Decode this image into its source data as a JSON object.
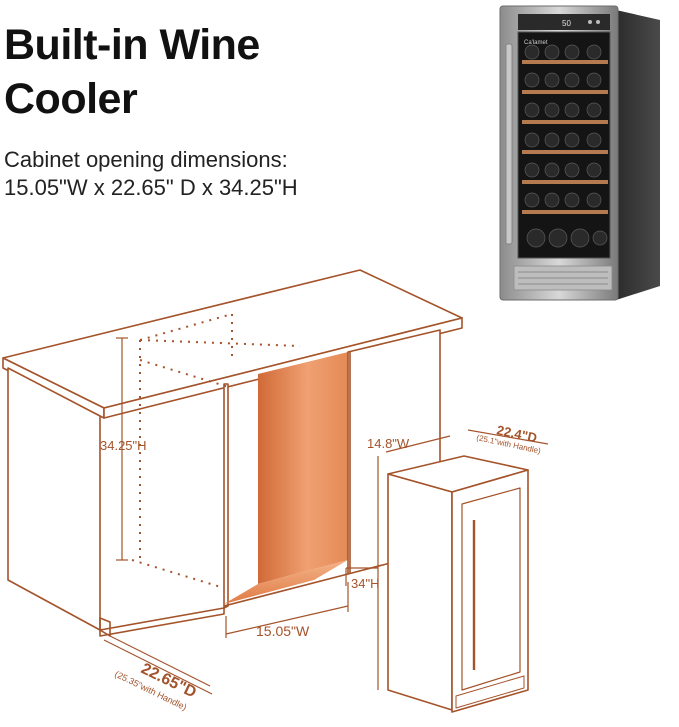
{
  "headline": {
    "line1": "Built-in Wine",
    "line2": "Cooler"
  },
  "subtitle": {
    "line1": "Cabinet opening dimensions:",
    "line2": "15.05\"W x 22.65\" D x 34.25\"H"
  },
  "product": {
    "brand": "Ca'lamet",
    "display": "50"
  },
  "dimensions": {
    "cabinet_height": "34.25\"H",
    "cabinet_width": "15.05\"W",
    "cabinet_depth": "22.65\"D",
    "cabinet_depth_note": "(25.35\"with Handle)",
    "cooler_width": "14.8\"W",
    "cooler_depth": "22.4\"D",
    "cooler_depth_note": "(25.1\"with Handle)",
    "cooler_height": "34\"H"
  },
  "colors": {
    "accent": "#a4532a",
    "opening_fill": "#e4824e",
    "cooler_frame": "#9a9a9a",
    "cooler_glass": "#1a1a1a",
    "shelf_wood": "#b57a4f"
  }
}
